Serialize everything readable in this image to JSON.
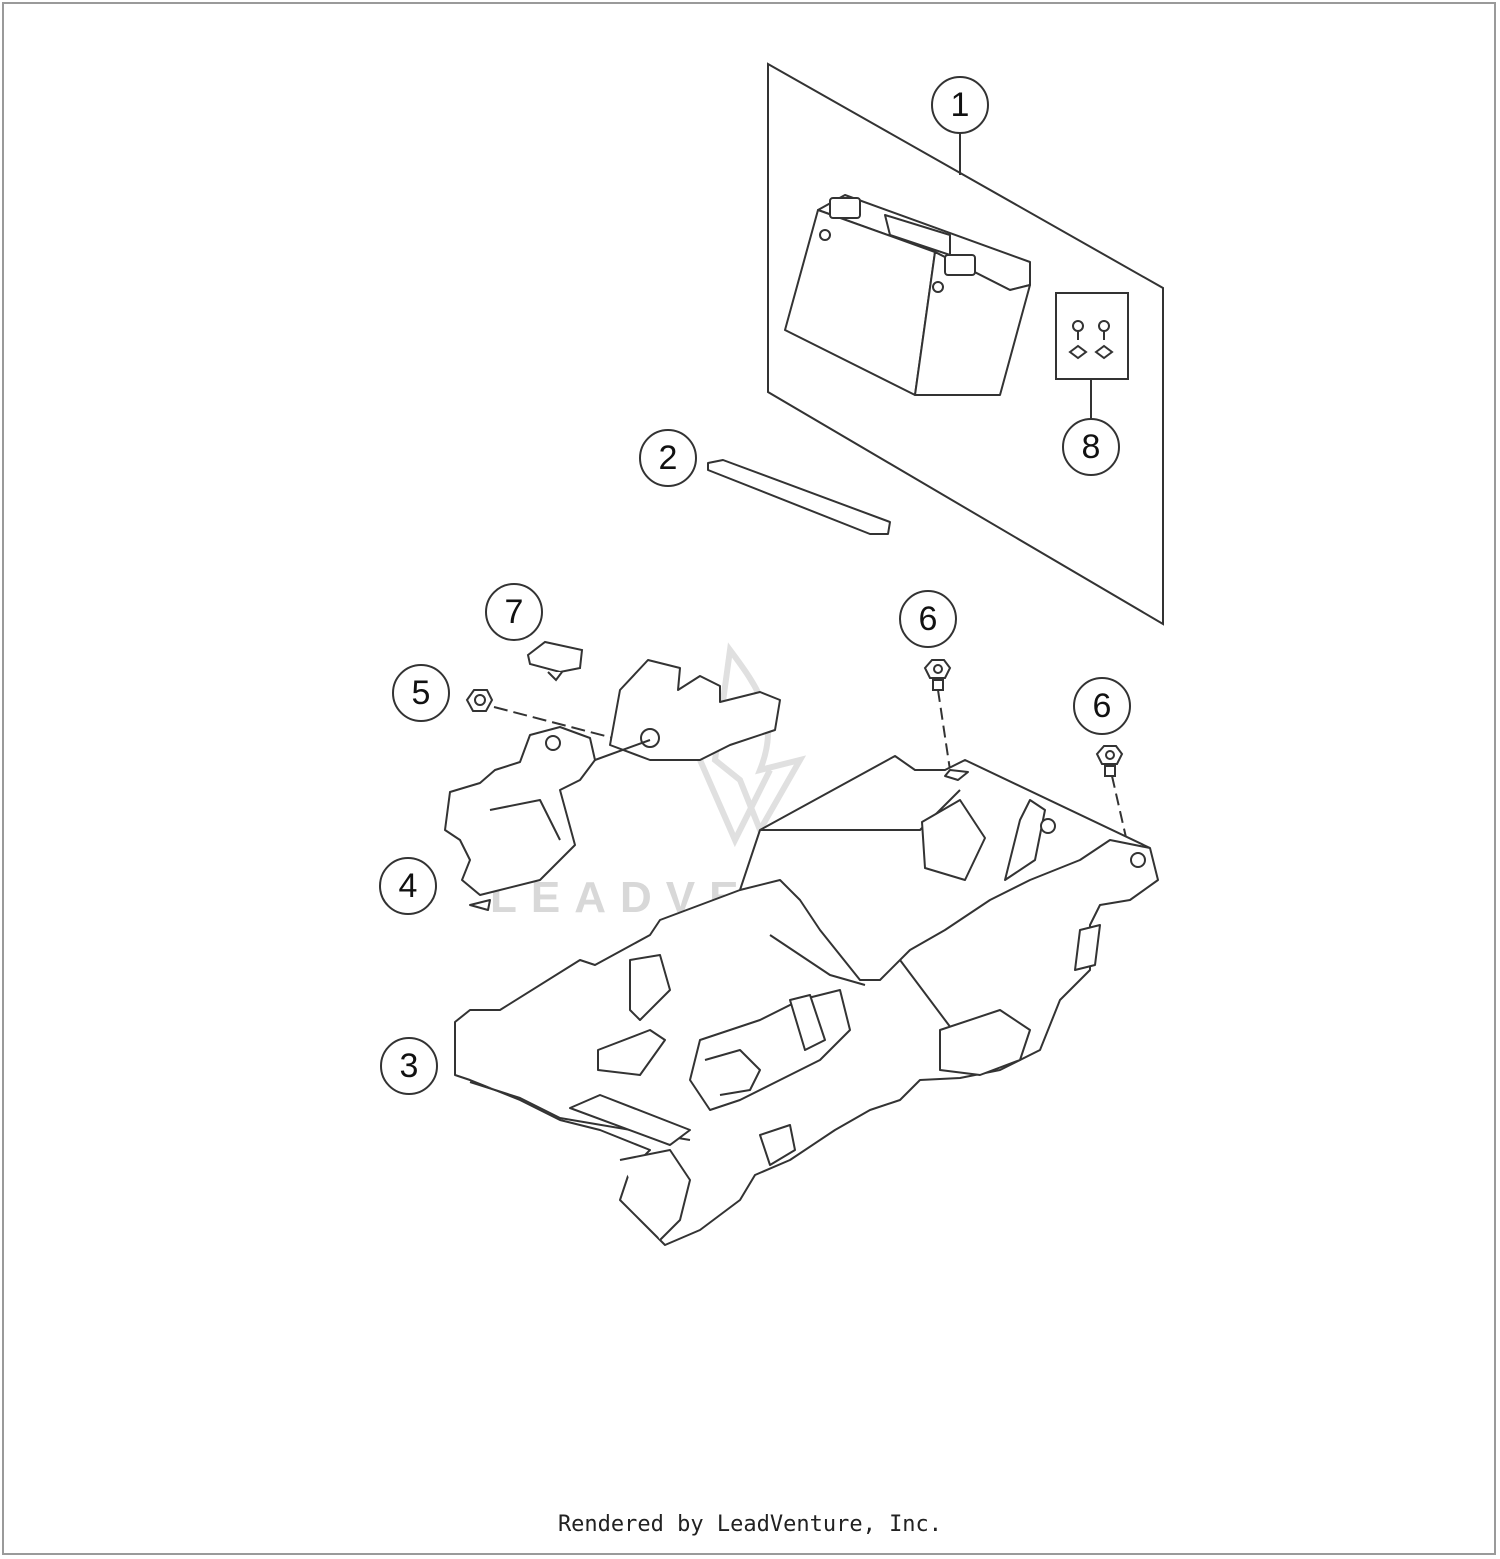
{
  "callouts": [
    {
      "id": "1",
      "label": "1"
    },
    {
      "id": "2",
      "label": "2"
    },
    {
      "id": "3",
      "label": "3"
    },
    {
      "id": "4",
      "label": "4"
    },
    {
      "id": "5",
      "label": "5"
    },
    {
      "id": "6a",
      "label": "6"
    },
    {
      "id": "6b",
      "label": "6"
    },
    {
      "id": "7",
      "label": "7"
    },
    {
      "id": "8",
      "label": "8"
    }
  ],
  "watermark": "LEADVENTURE",
  "footer": "Rendered by LeadVenture, Inc.",
  "colors": {
    "line": "#333333",
    "frame": "#9a9a9a",
    "watermark": "#d8d8d8"
  }
}
